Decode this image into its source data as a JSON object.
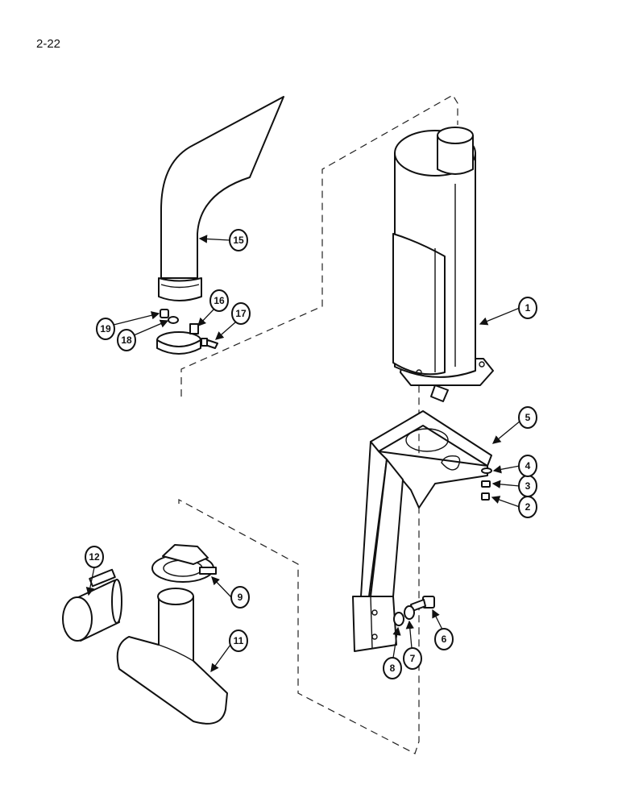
{
  "page": {
    "number": "2-22"
  },
  "callouts": {
    "c1": "1",
    "c2": "2",
    "c3": "3",
    "c4": "4",
    "c5": "5",
    "c6": "6",
    "c7": "7",
    "c8": "8",
    "c9": "9",
    "c11": "11",
    "c12": "12",
    "c15": "15",
    "c16": "16",
    "c17": "17",
    "c18": "18",
    "c19": "19"
  }
}
